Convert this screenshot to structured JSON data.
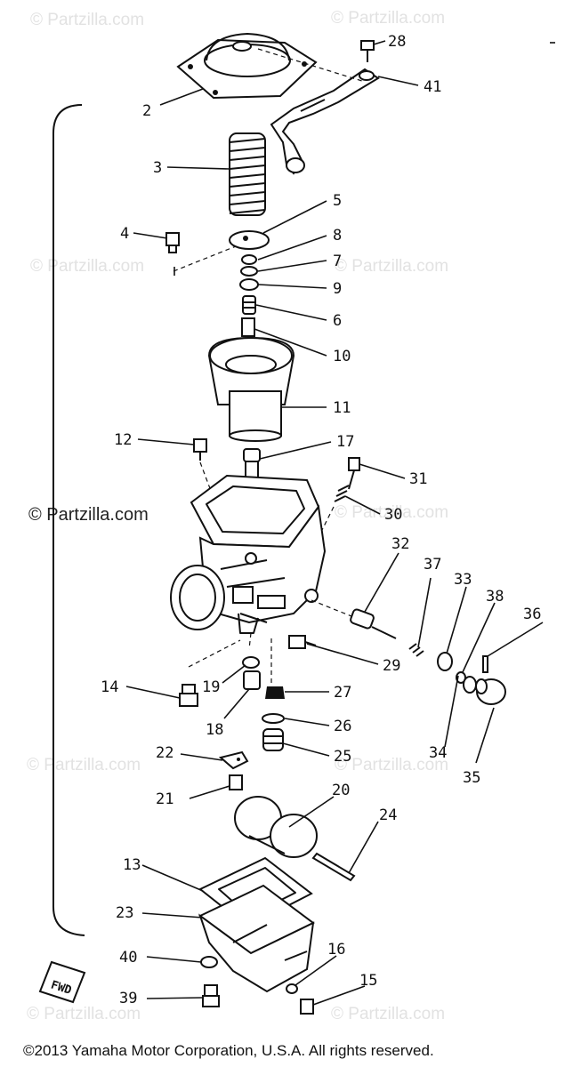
{
  "watermark": "© Partzilla.com",
  "watermark_prominent": "© Partzilla.com",
  "callouts": {
    "c2": "2",
    "c3": "3",
    "c4": "4",
    "c5": "5",
    "c6": "6",
    "c7": "7",
    "c8": "8",
    "c9": "9",
    "c10": "10",
    "c11": "11",
    "c12": "12",
    "c13": "13",
    "c14": "14",
    "c15": "15",
    "c16": "16",
    "c17": "17",
    "c18": "18",
    "c19": "19",
    "c20": "20",
    "c21": "21",
    "c22": "22",
    "c23": "23",
    "c24": "24",
    "c25": "25",
    "c26": "26",
    "c27": "27",
    "c28": "28",
    "c29": "29",
    "c30": "30",
    "c31": "31",
    "c32": "32",
    "c33": "33",
    "c34": "34",
    "c35": "35",
    "c36": "36",
    "c37": "37",
    "c38": "38",
    "c39": "39",
    "c40": "40",
    "c41": "41"
  },
  "fwd_label": "FWD",
  "copyright": "©2013  Yamaha Motor Corporation, U.S.A. All rights reserved."
}
